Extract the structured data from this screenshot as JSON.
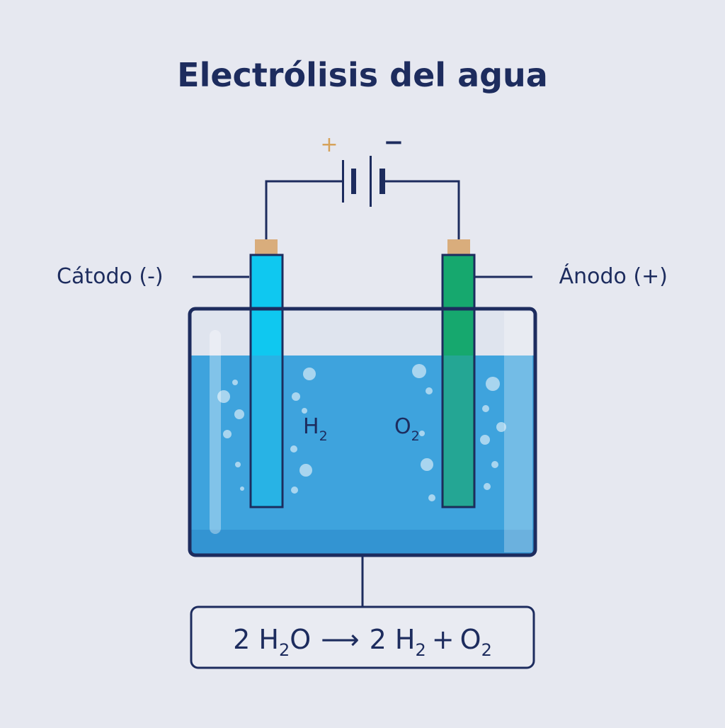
{
  "diagram": {
    "title": "Electrólisis del agua",
    "battery": {
      "plus_label": "+",
      "minus_label": "−"
    },
    "cathode": {
      "label": "Cátodo (-)"
    },
    "anode": {
      "label": "Ánodo (+)"
    },
    "gases": {
      "cathode_gas_base": "H",
      "cathode_gas_sub": "2",
      "anode_gas_base": "O",
      "anode_gas_sub": "2"
    },
    "equation": {
      "reactant_coef": "2 H",
      "reactant_sub": "2",
      "reactant_tail": "O",
      "arrow": "⟶",
      "product1_coef": "2 H",
      "product1_sub": "2",
      "plus": "+",
      "product2_base": "O",
      "product2_sub": "2"
    },
    "colors": {
      "background": "#e6e8f0",
      "outline": "#1d2c5e",
      "water": "#3ea3dd",
      "cathode_electrode": "#0fc8f0",
      "anode_electrode": "#16a86e",
      "electrode_cap": "#d9ad7c",
      "battery_plus": "#d6a25a"
    }
  }
}
